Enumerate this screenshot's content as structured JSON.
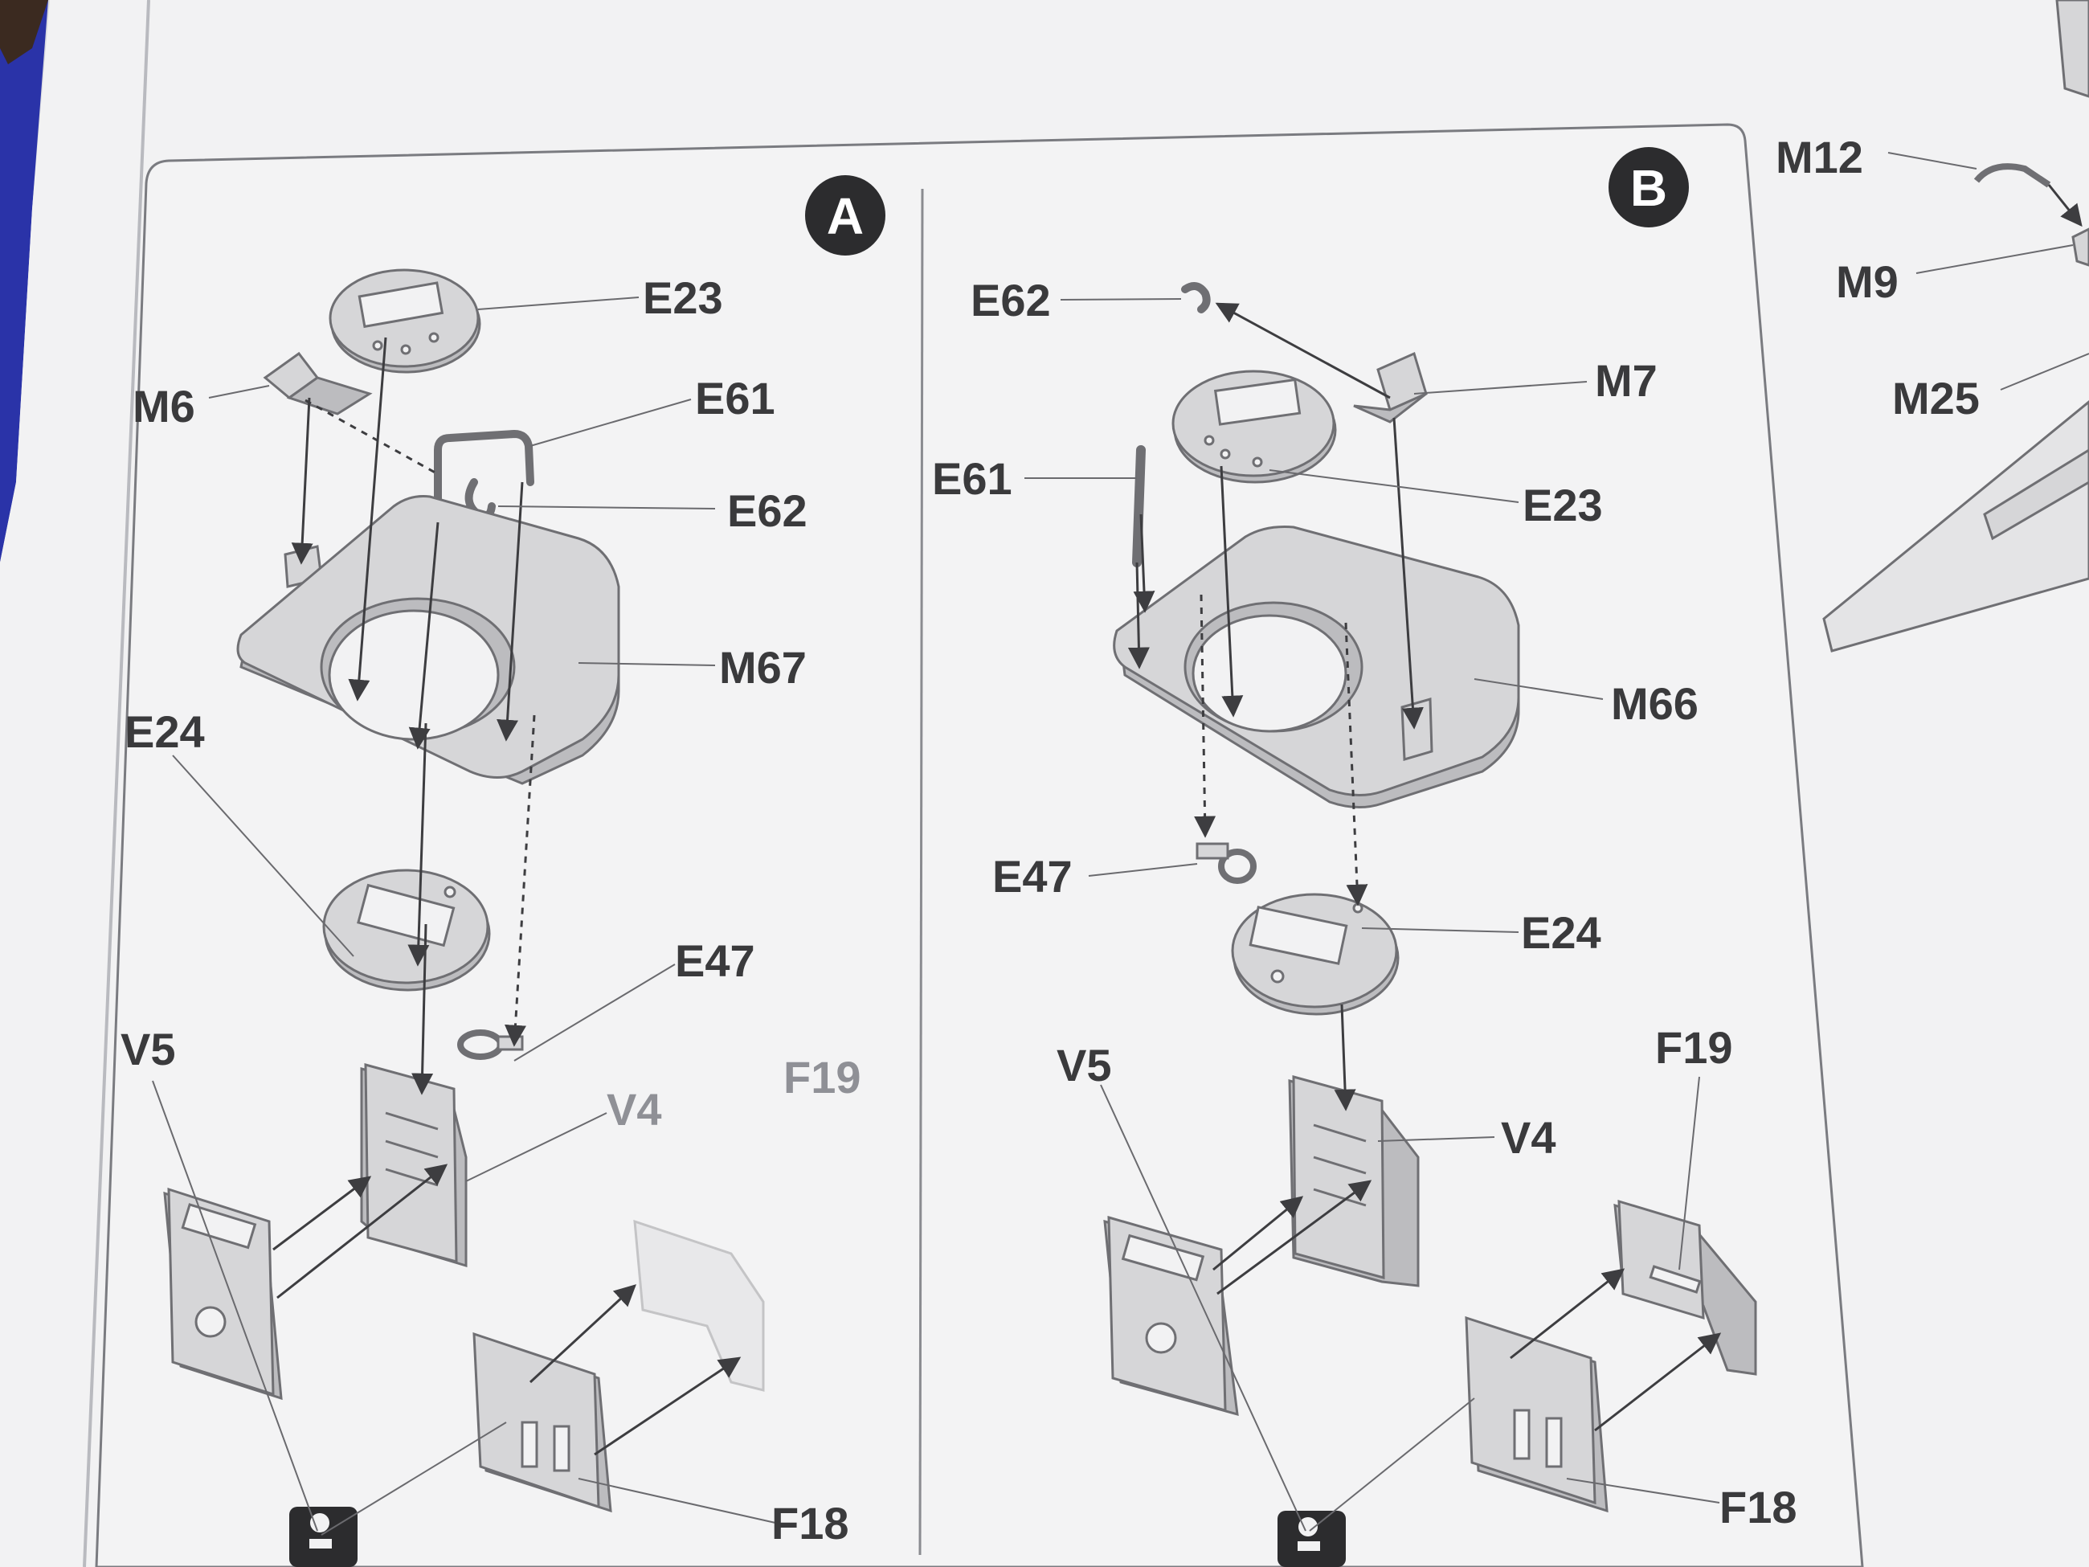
{
  "panel_a": {
    "badge": "A",
    "labels": {
      "e23": "E23",
      "m6": "M6",
      "e61": "E61",
      "e62": "E62",
      "m67": "M67",
      "e24": "E24",
      "e47": "E47",
      "v5": "V5",
      "v4": "V4",
      "f19": "F19",
      "f18": "F18"
    }
  },
  "panel_b": {
    "badge": "B",
    "labels": {
      "e62": "E62",
      "m7": "M7",
      "e61": "E61",
      "e23": "E23",
      "m66": "M66",
      "e47": "E47",
      "e24": "E24",
      "v5": "V5",
      "v4": "V4",
      "f19": "F19",
      "f18": "F18"
    }
  },
  "side_panel": {
    "labels": {
      "m12": "M12",
      "m9": "M9",
      "m25": "M25"
    }
  },
  "colors": {
    "paper": "#f2f2f3",
    "ink": "#3a3a3c",
    "part_fill": "#d6d6d8",
    "badge": "#2c2c2e",
    "binder_blue": "#2a33a8"
  }
}
